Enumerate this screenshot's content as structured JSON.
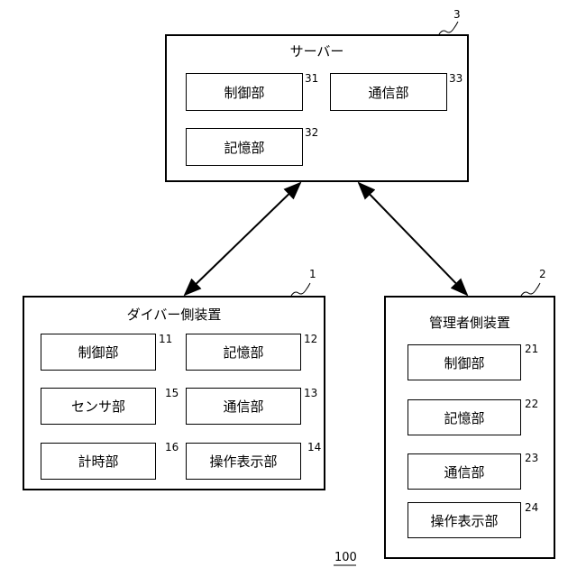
{
  "server": {
    "title": "サーバー",
    "ref": "3",
    "units": [
      {
        "label": "制御部",
        "ref": "31"
      },
      {
        "label": "通信部",
        "ref": "33"
      },
      {
        "label": "記憶部",
        "ref": "32"
      }
    ]
  },
  "diver_device": {
    "title": "ダイバー側装置",
    "ref": "1",
    "units": [
      {
        "label": "制御部",
        "ref": "11"
      },
      {
        "label": "記憶部",
        "ref": "12"
      },
      {
        "label": "センサ部",
        "ref": "15"
      },
      {
        "label": "通信部",
        "ref": "13"
      },
      {
        "label": "計時部",
        "ref": "16"
      },
      {
        "label": "操作表示部",
        "ref": "14"
      }
    ]
  },
  "admin_device": {
    "title": "管理者側装置",
    "ref": "2",
    "units": [
      {
        "label": "制御部",
        "ref": "21"
      },
      {
        "label": "記憶部",
        "ref": "22"
      },
      {
        "label": "通信部",
        "ref": "23"
      },
      {
        "label": "操作表示部",
        "ref": "24"
      }
    ]
  },
  "system_ref": "100"
}
